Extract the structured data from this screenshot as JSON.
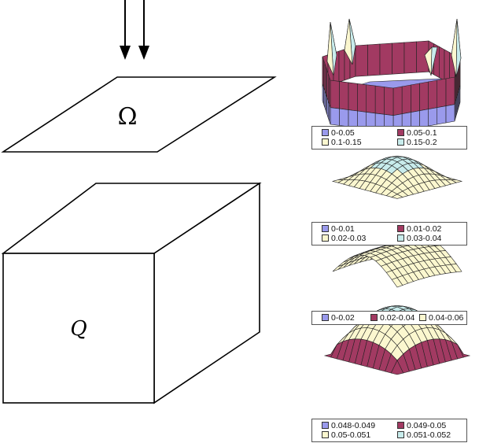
{
  "domain_labels": {
    "omega": "Ω",
    "q": "Q"
  },
  "palette": {
    "blue": "#9a9aec",
    "maroon": "#a23a62",
    "cream": "#fbf7cf",
    "cyan": "#c8ecec"
  },
  "panels": [
    {
      "id": "p1",
      "surface": "spiky-bowl",
      "legend": [
        {
          "label": "0-0.05",
          "color": "blue"
        },
        {
          "label": "0.05-0.1",
          "color": "maroon"
        },
        {
          "label": "0.1-0.15",
          "color": "cream"
        },
        {
          "label": "0.15-0.2",
          "color": "cyan"
        }
      ]
    },
    {
      "id": "p2",
      "surface": "shallow-dome",
      "legend": [
        {
          "label": "0-0.01",
          "color": "blue"
        },
        {
          "label": "0.01-0.02",
          "color": "maroon"
        },
        {
          "label": "0.02-0.03",
          "color": "cream"
        },
        {
          "label": "0.03-0.04",
          "color": "cyan"
        }
      ]
    },
    {
      "id": "p3",
      "surface": "arched-sheet",
      "legend": [
        {
          "label": "0-0.02",
          "color": "blue"
        },
        {
          "label": "0.02-0.04",
          "color": "maroon"
        },
        {
          "label": "0.04-0.06",
          "color": "cream"
        }
      ]
    },
    {
      "id": "p4",
      "surface": "tall-dome",
      "legend": [
        {
          "label": "0.048-0.049",
          "color": "blue"
        },
        {
          "label": "0.049-0.05",
          "color": "maroon"
        },
        {
          "label": "0.05-0.051",
          "color": "cream"
        },
        {
          "label": "0.051-0.052",
          "color": "cyan"
        }
      ]
    }
  ]
}
